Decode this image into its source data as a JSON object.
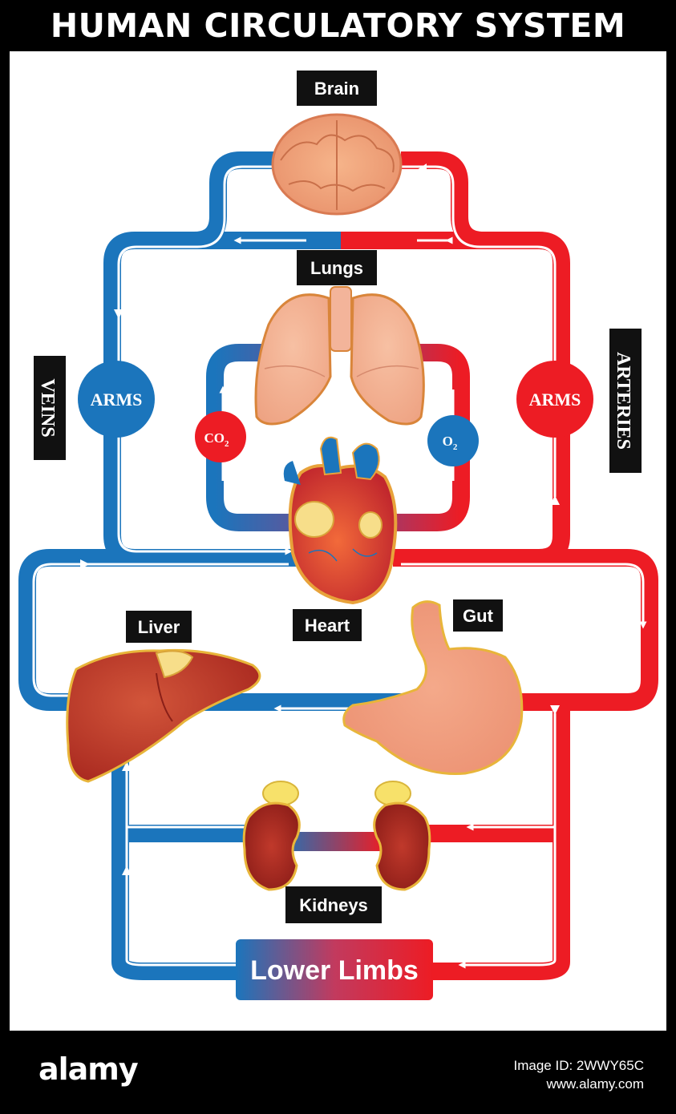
{
  "title": "HUMAN CIRCULATORY SYSTEM",
  "labels": {
    "brain": "Brain",
    "lungs": "Lungs",
    "heart": "Heart",
    "liver": "Liver",
    "gut": "Gut",
    "kidneys": "Kidneys",
    "lower_limbs": "Lower Limbs",
    "veins": "VEINS",
    "arteries": "ARTERIES",
    "arms_left": "ARMS",
    "arms_right": "ARMS",
    "co2_main": "CO",
    "co2_sub": "2",
    "o2_main": "O",
    "o2_sub": "2"
  },
  "colors": {
    "vein_blue": "#1b75bc",
    "artery_red": "#ed1c24",
    "label_bg": "#111111"
  },
  "footer": {
    "brand": "alamy",
    "image_id": "Image ID: 2WWY65C",
    "site": "www.alamy.com"
  }
}
